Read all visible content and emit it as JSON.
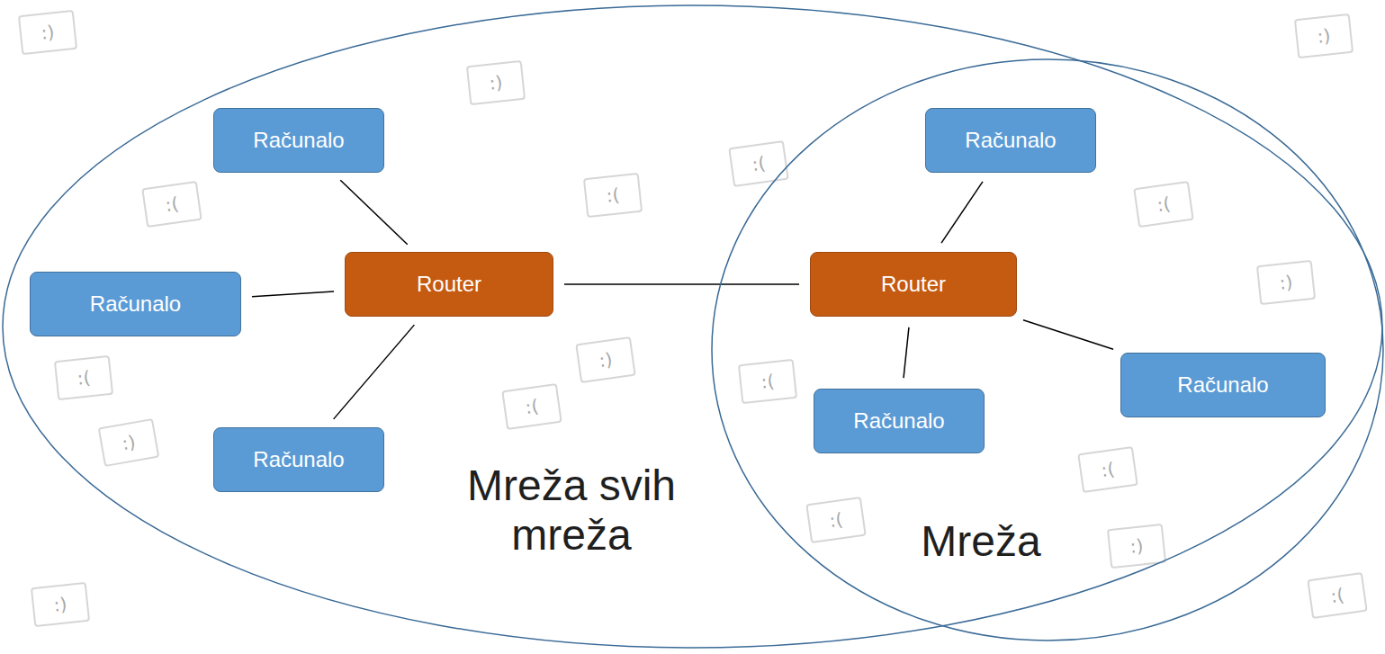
{
  "diagram": {
    "nodes": [
      {
        "text": [
          "Mreža svih mreža"
        ]
      },
      {
        "text": [
          "Računalo"
        ],
        "in": 0
      },
      {
        "text": [
          "Računalo"
        ],
        "in": 0
      },
      {
        "text": [
          "Router"
        ],
        "in": 0
      },
      {
        "text": [
          "Računalo"
        ],
        "in": 0
      },
      {
        "text": [
          "Mreža"
        ],
        "in": 0
      },
      {
        "text": [
          "Računalo"
        ],
        "in": 5
      },
      {
        "text": [
          "Router"
        ],
        "in": 5
      },
      {
        "text": [
          "Računalo"
        ],
        "in": 5
      },
      {
        "text": [
          "Računalo"
        ],
        "in": 5
      }
    ],
    "edges": [
      {
        "from": 3,
        "to": 1,
        "arrow": "none"
      },
      {
        "from": 3,
        "to": 2,
        "arrow": "none"
      },
      {
        "from": 3,
        "to": 4,
        "arrow": "none"
      },
      {
        "from": 3,
        "to": 7,
        "arrow": "none"
      },
      {
        "from": 7,
        "to": 6,
        "arrow": "none"
      },
      {
        "from": 7,
        "to": 8,
        "arrow": "none"
      },
      {
        "from": 7,
        "to": 9,
        "arrow": "none"
      }
    ],
    "labels": [
      ":)",
      ":(",
      ":(",
      ":)",
      ":)",
      ":(",
      ":(",
      ":)",
      ":(",
      ":(",
      ":(",
      ":)",
      ":(",
      ":)",
      ":(",
      ":)",
      ":(",
      ":)"
    ]
  }
}
